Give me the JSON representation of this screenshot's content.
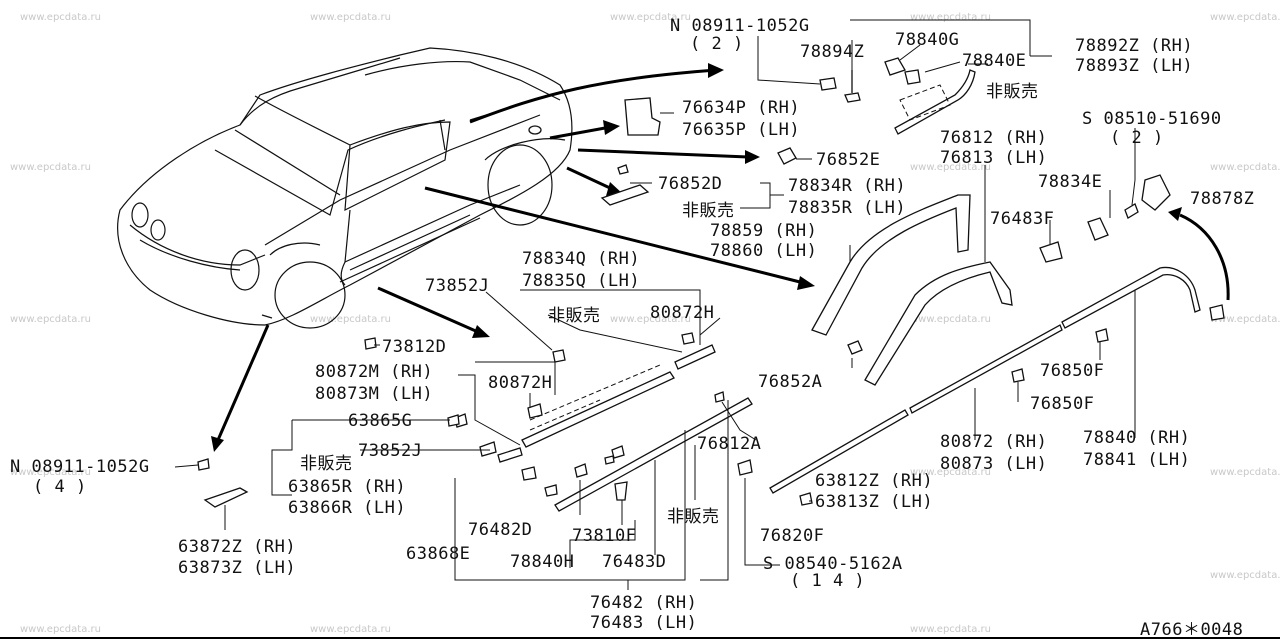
{
  "diagram": {
    "code": "A766＊0048",
    "watermark": "www.epcdata.ru",
    "labels": {
      "n08911_top": "N 08911-1052G",
      "q2_top": "( 2 )",
      "p78894Z": "78894Z",
      "p78840G": "78840G",
      "p78840E": "78840E",
      "p78892Z": "78892Z (RH)",
      "p78893Z": "78893Z (LH)",
      "hihanbai_1": "非販売",
      "p76634P": "76634P (RH)",
      "p76635P": "76635P (LH)",
      "s08510": "S 08510-51690",
      "q2_s": "( 2 )",
      "p76852E": "76852E",
      "p76812": "76812 (RH)",
      "p76813": "76813 (LH)",
      "p76852D": "76852D",
      "p78834R": "78834R (RH)",
      "p78835R": "78835R (LH)",
      "hihanbai_2": "非販売",
      "p78834E": "78834E",
      "p78878Z": "78878Z",
      "p76483F": "76483F",
      "p78859": "78859 (RH)",
      "p78860": "78860 (LH)",
      "p78834Q": "78834Q (RH)",
      "p78835Q": "78835Q (LH)",
      "p73852J_a": "73852J",
      "hihanbai_3": "非販売",
      "p80872H_a": "80872H",
      "p73812D": "73812D",
      "p80872M": "80872M (RH)",
      "p80873M": "80873M (LH)",
      "p80872H_b": "80872H",
      "p76852A": "76852A",
      "p76850F_a": "76850F",
      "p76850F_b": "76850F",
      "p63865G": "63865G",
      "p76812A": "76812A",
      "p80872": "80872 (RH)",
      "p80873": "80873 (LH)",
      "p78840": "78840 (RH)",
      "p78841": "78841 (LH)",
      "p73852J_b": "73852J",
      "hihanbai_4": "非販売",
      "n08911_left": "N 08911-1052G",
      "q4": "( 4 )",
      "p63865R": "63865R (RH)",
      "p63866R": "63866R (LH)",
      "p63812Z": "63812Z (RH)",
      "p63813Z": "63813Z (LH)",
      "p76482D": "76482D",
      "p73810F": "73810F",
      "hihanbai_5": "非販売",
      "p76820F": "76820F",
      "p63872Z": "63872Z (RH)",
      "p63873Z": "63873Z (LH)",
      "p63868E": "63868E",
      "p78840H": "78840H",
      "p76483D": "76483D",
      "s08540": "S 08540-5162A",
      "q14": "( 1 4 )",
      "p76482": "76482 (RH)",
      "p76483": "76483 (LH)"
    }
  }
}
